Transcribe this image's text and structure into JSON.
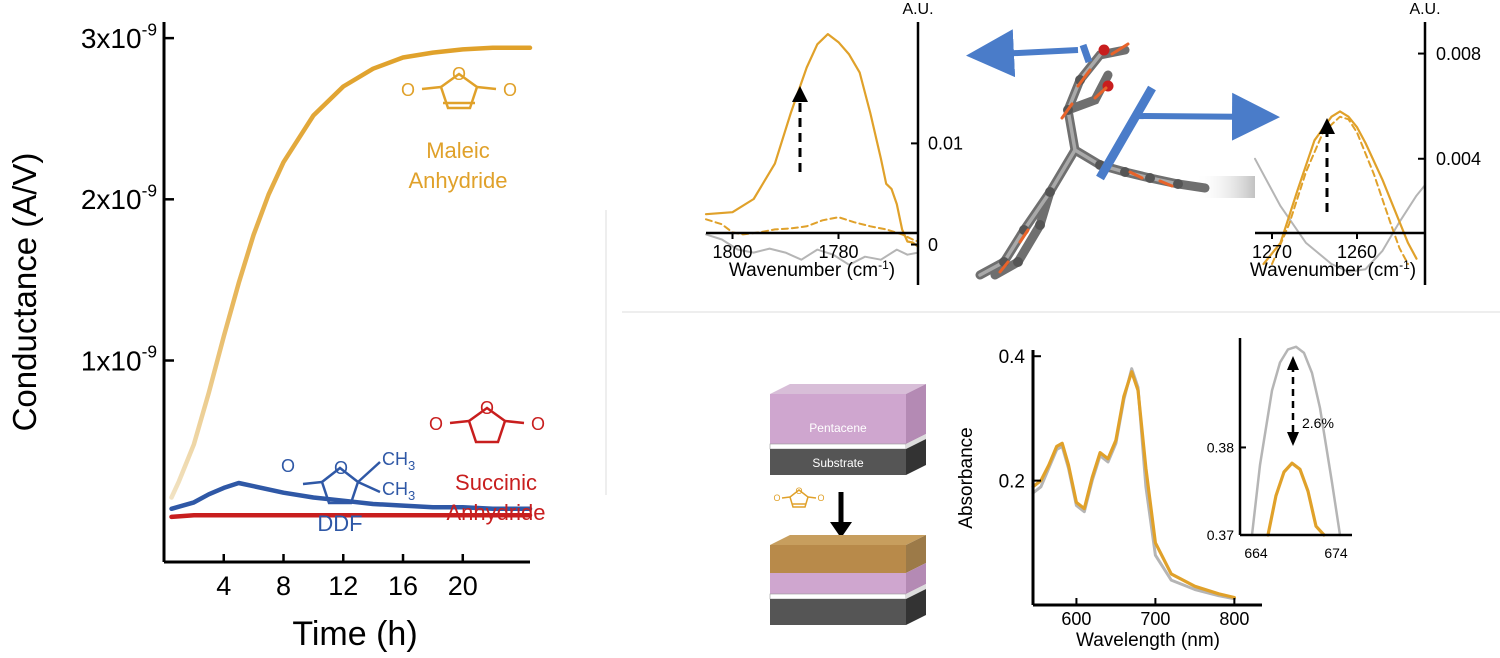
{
  "colors": {
    "maleic": "#e0a12a",
    "ddf": "#2f58a6",
    "succinic": "#c81e1e",
    "gray": "#b5b5b5",
    "arrow": "#4a7cc9",
    "pentacene": "#cfa6cf",
    "pentacene_dark": "#b48ab4",
    "substrate": "#555555",
    "substrate_dark": "#333333",
    "anhydride_layer": "#b88a4a",
    "black": "#000000"
  },
  "chart_data": [
    {
      "id": "conductance",
      "type": "line",
      "xlabel": "Time (h)",
      "ylabel": "Conductance (A/V)",
      "xlim": [
        0,
        24.5
      ],
      "ylim": [
        -0.25,
        3.1
      ],
      "xticks": [
        4,
        8,
        12,
        16,
        20
      ],
      "xtick_labels": [
        "4",
        "8",
        "12",
        "16",
        "20"
      ],
      "yticks": [
        1,
        2,
        3
      ],
      "ytick_labels": [
        {
          "base": "1x10",
          "exp": "-9"
        },
        {
          "base": "2x10",
          "exp": "-9"
        },
        {
          "base": "3x10",
          "exp": "-9"
        }
      ],
      "series": [
        {
          "key": "maleic",
          "name_lines": [
            "Maleic",
            "Anhydride"
          ],
          "x": [
            0.5,
            1,
            2,
            3,
            4,
            5,
            6,
            7,
            8,
            10,
            12,
            14,
            16,
            18,
            20,
            22,
            24.5
          ],
          "y": [
            0.15,
            0.25,
            0.48,
            0.8,
            1.15,
            1.48,
            1.78,
            2.03,
            2.23,
            2.52,
            2.7,
            2.81,
            2.88,
            2.91,
            2.93,
            2.94,
            2.94
          ]
        },
        {
          "key": "ddf",
          "name_lines": [
            "DDF"
          ],
          "x": [
            0.5,
            2,
            3,
            4,
            5,
            6,
            8,
            10,
            12,
            14,
            16,
            18,
            20,
            22,
            24.5
          ],
          "y": [
            0.08,
            0.12,
            0.17,
            0.21,
            0.24,
            0.22,
            0.18,
            0.15,
            0.13,
            0.11,
            0.1,
            0.09,
            0.09,
            0.08,
            0.08
          ]
        },
        {
          "key": "succinic",
          "name_lines": [
            "Succinic",
            "Anhydride"
          ],
          "x": [
            0.5,
            2,
            4,
            6,
            8,
            10,
            12,
            14,
            16,
            18,
            20,
            22,
            24.5
          ],
          "y": [
            0.03,
            0.04,
            0.04,
            0.04,
            0.04,
            0.04,
            0.04,
            0.04,
            0.04,
            0.04,
            0.04,
            0.04,
            0.04
          ]
        }
      ],
      "annotations": {
        "ddf_ch3": "CH",
        "ddf_ch3_sub": "3"
      }
    },
    {
      "id": "ir_left",
      "type": "line",
      "xlabel": "Wavenumber (cm",
      "xlabel_sup": "-1",
      "xlabel_end": ")",
      "ylabel_top": "A.U.",
      "xlim": [
        1805,
        1765
      ],
      "ylim": [
        -0.004,
        0.022
      ],
      "xticks": [
        1800,
        1780
      ],
      "yticks": [
        0,
        0.01
      ],
      "ytick_labels": [
        "0",
        "0.01"
      ],
      "series": [
        {
          "key": "solid",
          "x": [
            1805,
            1800,
            1796,
            1792,
            1789,
            1786,
            1784,
            1782,
            1780,
            1778,
            1776,
            1774,
            1772,
            1771,
            1770,
            1769,
            1768,
            1767,
            1766,
            1765
          ],
          "y": [
            0.003,
            0.0032,
            0.0045,
            0.008,
            0.013,
            0.0175,
            0.0198,
            0.0208,
            0.02,
            0.0188,
            0.017,
            0.013,
            0.0085,
            0.006,
            0.0055,
            0.004,
            0.0015,
            0.0003,
            0.0002,
            -0.0002
          ]
        },
        {
          "key": "dashed",
          "x": [
            1805,
            1802,
            1800,
            1798,
            1795,
            1792,
            1789,
            1786,
            1783,
            1780,
            1777,
            1774,
            1771,
            1768,
            1766,
            1765
          ],
          "y": [
            0.0025,
            0.002,
            0.0012,
            0.001,
            0.0012,
            0.0015,
            0.0016,
            0.0018,
            0.0024,
            0.0027,
            0.0022,
            0.0018,
            0.0015,
            0.001,
            0.0005,
            0.0003
          ]
        },
        {
          "key": "gray",
          "x": [
            1805,
            1802,
            1799,
            1796,
            1793,
            1790,
            1787,
            1784,
            1781,
            1778,
            1775,
            1772,
            1769,
            1767,
            1765
          ],
          "y": [
            0.001,
            0.0005,
            -0.0005,
            -0.0008,
            -0.0004,
            -0.0008,
            -0.0015,
            -0.0005,
            -0.001,
            -0.002,
            -0.0012,
            -0.0015,
            -0.0005,
            -0.001,
            -0.0008
          ]
        }
      ]
    },
    {
      "id": "ir_right",
      "type": "line",
      "xlabel": "Wavenumber (cm",
      "xlabel_sup": "-1",
      "xlabel_end": ")",
      "ylabel_top": "A.U.",
      "xlim": [
        1272,
        1252
      ],
      "ylim": [
        -0.0008,
        0.0092
      ],
      "xticks": [
        1270,
        1260
      ],
      "yticks": [
        0.004,
        0.008
      ],
      "ytick_labels": [
        "0.004",
        "0.008"
      ],
      "series": [
        {
          "key": "solid",
          "x": [
            1271,
            1269,
            1267,
            1265,
            1263,
            1262,
            1261,
            1260,
            1259,
            1257,
            1255,
            1254,
            1253
          ],
          "y": [
            0.0,
            0.0008,
            0.0028,
            0.0047,
            0.0056,
            0.0058,
            0.0056,
            0.0052,
            0.0046,
            0.0032,
            0.0016,
            0.0008,
            0.0002
          ]
        },
        {
          "key": "dashed",
          "x": [
            1270,
            1268,
            1266,
            1264,
            1262,
            1261,
            1260,
            1258,
            1256,
            1255,
            1254
          ],
          "y": [
            0.0,
            0.0015,
            0.0035,
            0.005,
            0.0056,
            0.0055,
            0.005,
            0.0034,
            0.0015,
            0.0006,
            0.0
          ]
        },
        {
          "key": "gray",
          "x": [
            1272,
            1269,
            1266,
            1263,
            1261,
            1259,
            1257,
            1255,
            1253,
            1252
          ],
          "y": [
            0.004,
            0.0022,
            0.0008,
            0.0,
            -0.0003,
            -0.0002,
            0.0005,
            0.0016,
            0.0026,
            0.003
          ]
        }
      ]
    },
    {
      "id": "absorbance",
      "type": "line",
      "xlabel": "Wavelength (nm)",
      "ylabel": "Absorbance",
      "xlim": [
        545,
        835
      ],
      "ylim": [
        0.0,
        0.41
      ],
      "xticks": [
        600,
        700,
        800
      ],
      "yticks": [
        0.2,
        0.4
      ],
      "ytick_labels": [
        "0.2",
        "0.4"
      ],
      "series": [
        {
          "key": "gray",
          "x": [
            545,
            555,
            565,
            575,
            582,
            590,
            600,
            610,
            620,
            630,
            640,
            650,
            660,
            670,
            678,
            688,
            700,
            720,
            750,
            780,
            800
          ],
          "y": [
            0.18,
            0.19,
            0.22,
            0.25,
            0.255,
            0.22,
            0.16,
            0.15,
            0.2,
            0.24,
            0.23,
            0.26,
            0.33,
            0.38,
            0.35,
            0.19,
            0.08,
            0.04,
            0.025,
            0.015,
            0.01
          ]
        },
        {
          "key": "orange",
          "x": [
            545,
            555,
            565,
            575,
            582,
            590,
            600,
            610,
            620,
            630,
            640,
            650,
            660,
            670,
            678,
            688,
            700,
            720,
            750,
            780,
            800
          ],
          "y": [
            0.19,
            0.2,
            0.225,
            0.255,
            0.26,
            0.225,
            0.165,
            0.155,
            0.205,
            0.245,
            0.235,
            0.265,
            0.335,
            0.375,
            0.345,
            0.22,
            0.1,
            0.05,
            0.03,
            0.018,
            0.012
          ]
        }
      ]
    },
    {
      "id": "absorbance_inset",
      "type": "line",
      "xlim": [
        662,
        676
      ],
      "ylim": [
        0.37,
        0.3925
      ],
      "xticks": [
        664,
        674
      ],
      "yticks": [
        0.37,
        0.38
      ],
      "ytick_labels": [
        "0.37",
        "0.38"
      ],
      "annotation": "2.6%",
      "series": [
        {
          "key": "gray",
          "x": [
            663.5,
            664.5,
            666,
            667,
            668,
            669,
            670,
            671,
            672,
            673.5,
            674.5
          ],
          "y": [
            0.37,
            0.378,
            0.3865,
            0.3897,
            0.3912,
            0.3915,
            0.3908,
            0.3885,
            0.3845,
            0.376,
            0.37
          ]
        },
        {
          "key": "orange",
          "x": [
            665.5,
            666.5,
            667.5,
            668.5,
            669.5,
            670.5,
            671.5,
            672.5
          ],
          "y": [
            0.37,
            0.3745,
            0.3772,
            0.3782,
            0.3775,
            0.375,
            0.371,
            0.37
          ]
        }
      ]
    }
  ],
  "schematic": {
    "layer_pentacene": "Pentacene",
    "layer_substrate": "Substrate"
  }
}
